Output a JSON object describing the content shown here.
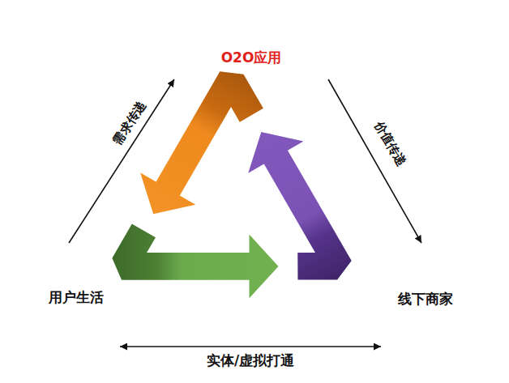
{
  "diagram": {
    "nodes": [
      {
        "text": [
          "O2O应用"
        ]
      },
      {
        "text": [
          "用户生活"
        ]
      },
      {
        "text": [
          "线下商家"
        ]
      }
    ],
    "edges": [
      {
        "from": 1,
        "to": 0,
        "label": "需求传递",
        "arrow": "to"
      },
      {
        "from": 0,
        "to": 2,
        "label": "价值传递",
        "arrow": "to"
      },
      {
        "from": 1,
        "to": 2,
        "label": "实体/虚拟打通",
        "arrow": "both"
      }
    ]
  }
}
